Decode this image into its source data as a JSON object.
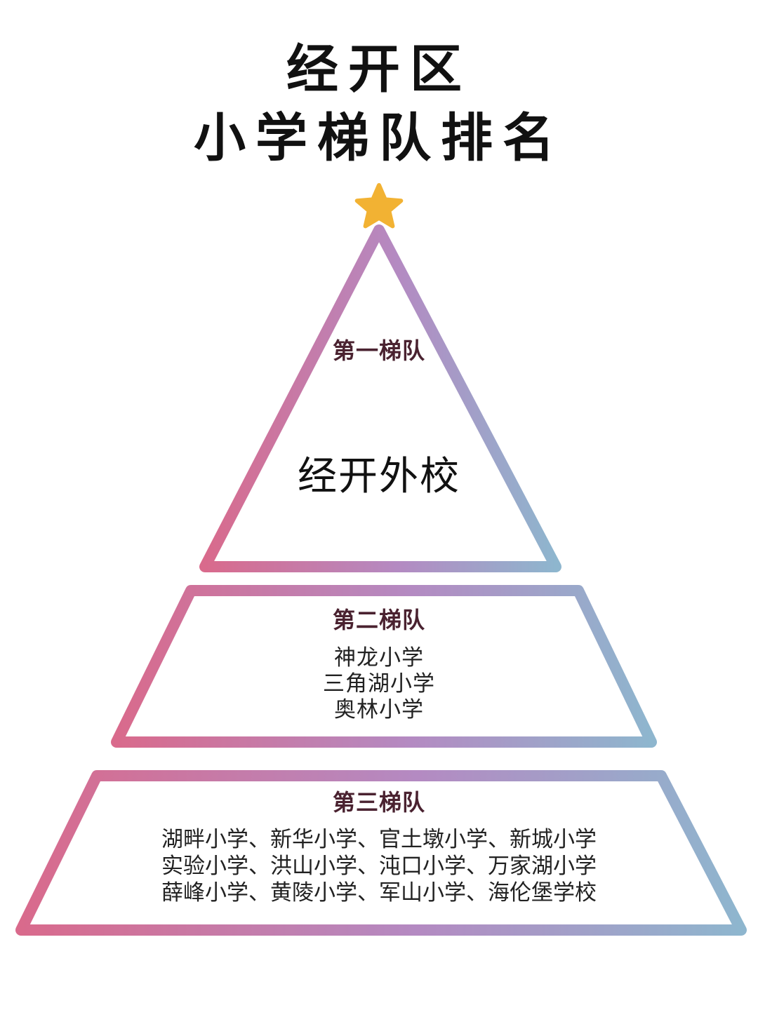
{
  "title": {
    "line1": "经开区",
    "line2": "小学梯队排名"
  },
  "tiers": [
    {
      "title": "第一梯队",
      "schools": [
        "经开外校"
      ]
    },
    {
      "title": "第二梯队",
      "schools": [
        "神龙小学",
        "三角湖小学",
        "奥林小学"
      ]
    },
    {
      "title": "第三梯队",
      "lines": [
        "湖畔小学、新华小学、官土墩小学、新城小学",
        "实验小学、洪山小学、沌口小学、万家湖小学",
        "薛峰小学、黄陵小学、军山小学、海伦堡学校"
      ]
    }
  ],
  "colors": {
    "star": "#F2B233",
    "outline_start": "#D96A8C",
    "outline_mid": "#B48AC2",
    "outline_end": "#8EB6CE",
    "tier_title": "#4a2230"
  },
  "icons": {
    "top": "star-icon"
  }
}
